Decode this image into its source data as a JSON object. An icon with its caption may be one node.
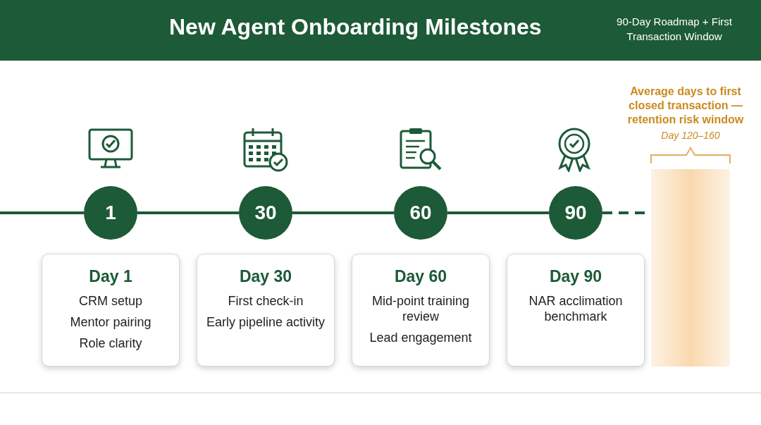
{
  "diagram": {
    "title": "New Agent Onboarding Milestones",
    "nodes": [
      {
        "text": [
          "1"
        ]
      },
      {
        "text": [
          "30"
        ]
      },
      {
        "text": [
          "60"
        ]
      },
      {
        "text": [
          "90"
        ]
      },
      {
        "text": [],
        "shape": "bar",
        "beside": [
          "Average days to first closed transaction — retention risk window",
          "Day 120–160"
        ]
      },
      {
        "text": [
          "Day 1",
          "CRM setup",
          "Mentor pairing",
          "Role clarity"
        ]
      },
      {
        "text": [
          "Day 30",
          "First check-in",
          "Early pipeline activity"
        ]
      },
      {
        "text": [
          "Day 60",
          "Mid-point training review",
          "Lead engagement"
        ]
      },
      {
        "text": [
          "Day 90",
          "NAR acclimation benchmark"
        ]
      }
    ],
    "edges": [
      {
        "from": null,
        "to": 0,
        "arrow": "none"
      },
      {
        "from": 0,
        "to": 1,
        "arrow": "none"
      },
      {
        "from": 1,
        "to": 2,
        "arrow": "none"
      },
      {
        "from": 2,
        "to": 3,
        "arrow": "none"
      },
      {
        "from": 3,
        "to": 4,
        "arrow": "none",
        "style": "dashed"
      }
    ],
    "labels": [
      "90-Day Roadmap + First Transaction Window"
    ]
  }
}
